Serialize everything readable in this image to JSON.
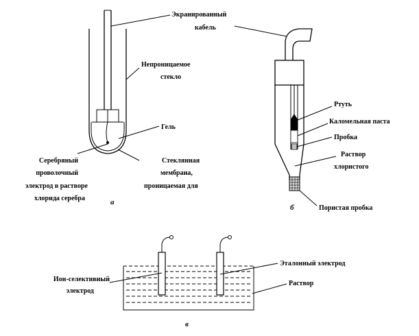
{
  "labels": {
    "shielded_cable_line1": "Экранированный",
    "shielded_cable_line2": "кабель",
    "impermeable_glass_line1": "Непроницаемое",
    "impermeable_glass_line2": "стекло",
    "gel": "Гель",
    "silver_wire_line1": "Серебряный",
    "silver_wire_line2": "проволочный",
    "silver_wire_line3": "электрод в растворе",
    "silver_wire_line4": "хлорида серебра",
    "glass_membrane_line1": "Стеклянная",
    "glass_membrane_line2": "мембрана,",
    "glass_membrane_line3": "проницаемая для",
    "mercury": "Ртуть",
    "calomel_paste": "Каломельная паста",
    "plug": "Пробка",
    "chloride_solution_line1": "Раствор",
    "chloride_solution_line2": "хлористого",
    "porous_plug": "Пористая пробка",
    "ion_selective_line1": "Ион-селективный",
    "ion_selective_line2": "электрод",
    "reference_electrode": "Эталонный электрод",
    "solution": "Раствор"
  },
  "figure_letters": {
    "a": "а",
    "b": "б",
    "c": "в"
  }
}
